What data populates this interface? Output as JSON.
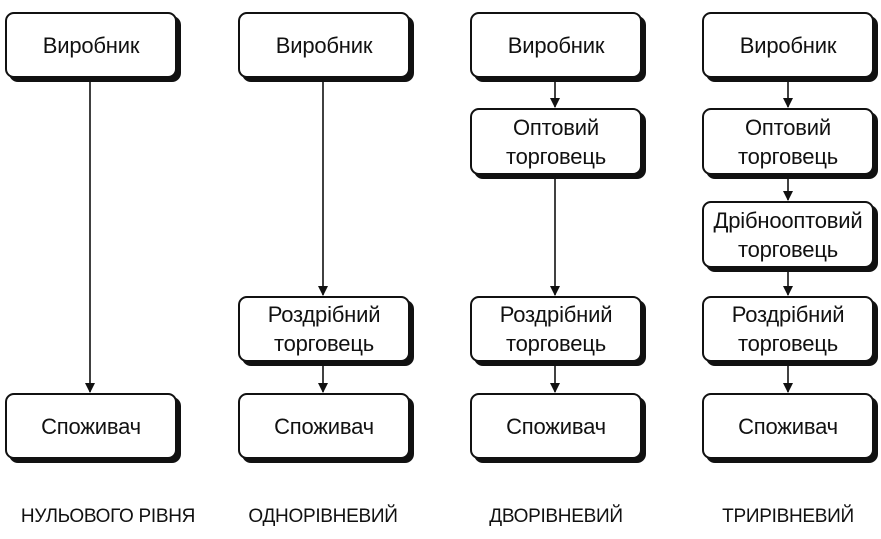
{
  "columns": [
    {
      "caption": "НУЛЬОВОГО РІВНЯ",
      "nodes": [
        "Виробник",
        "Споживач"
      ]
    },
    {
      "caption": "ОДНОРІВНЕВИЙ",
      "nodes": [
        "Виробник",
        "Роздрібний\nторговець",
        "Споживач"
      ]
    },
    {
      "caption": "ДВОРІВНЕВИЙ",
      "nodes": [
        "Виробник",
        "Оптовий\nторговець",
        "Роздрібний\nторговець",
        "Споживач"
      ]
    },
    {
      "caption": "ТРИРІВНЕВИЙ",
      "nodes": [
        "Виробник",
        "Оптовий\nторговець",
        "Дрібнооптовий\nторговець",
        "Роздрібний\nторговець",
        "Споживач"
      ]
    }
  ],
  "colors": {
    "line": "#111111",
    "box_border": "#111111",
    "box_fill": "#ffffff",
    "background": "#ffffff"
  }
}
